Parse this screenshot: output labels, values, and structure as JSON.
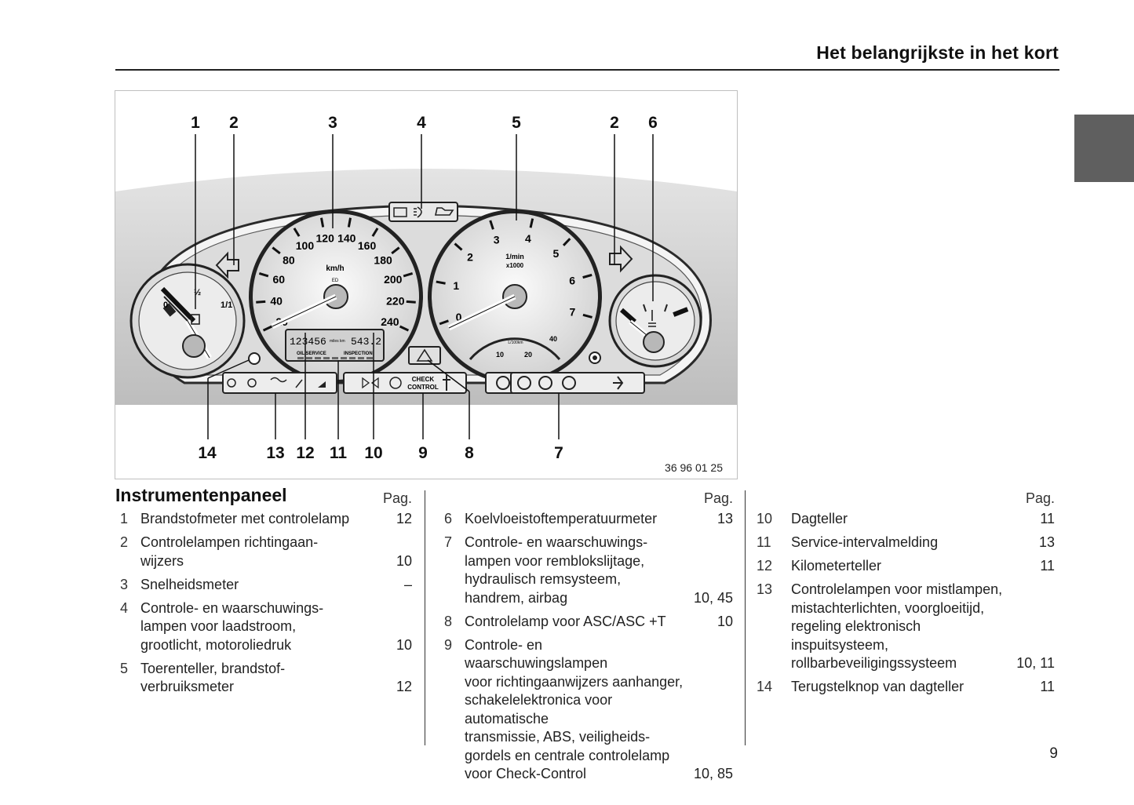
{
  "header": {
    "title": "Het belangrijkste in het kort"
  },
  "figure": {
    "code": "36 96 01 25",
    "callouts_top": [
      "1",
      "2",
      "3",
      "4",
      "5",
      "2",
      "6"
    ],
    "callouts_bottom": [
      "14",
      "13",
      "12",
      "11",
      "10",
      "9",
      "8",
      "7"
    ],
    "speedo_ticks": [
      "20",
      "40",
      "60",
      "80",
      "100",
      "120",
      "140",
      "160",
      "180",
      "200",
      "220",
      "240"
    ],
    "speedo_unit": "km/h",
    "speedo_sub": "ED",
    "tacho_ticks": [
      "0",
      "1",
      "2",
      "3",
      "4",
      "5",
      "6",
      "7"
    ],
    "tacho_unit": "1/min",
    "tacho_mult": "x1000",
    "consumption_unit": "L/100km",
    "consumption_ticks": [
      "10",
      "20",
      "40"
    ],
    "fuel_labels": [
      "0",
      "½",
      "1/1"
    ],
    "odometer": "123456",
    "odometer_unit": "miles km",
    "trip": "543.2",
    "service_labels": [
      "OIL SERVICE",
      "INSPECTION"
    ],
    "check_control": [
      "CHECK",
      "CONTROL"
    ]
  },
  "section": {
    "title": "Instrumentenpaneel"
  },
  "pag_label": "Pag.",
  "columns": [
    {
      "items": [
        {
          "num": "1",
          "text": "Brandstofmeter met controlelamp",
          "page": "12"
        },
        {
          "num": "2",
          "text": "Controlelampen richtingaan-\nwijzers",
          "page": "10"
        },
        {
          "num": "3",
          "text": "Snelheidsmeter",
          "page": "–"
        },
        {
          "num": "4",
          "text": "Controle- en waarschuwings-\nlampen voor laadstroom,\ngrootlicht, motoroliedruk",
          "page": "10"
        },
        {
          "num": "5",
          "text": "Toerenteller, brandstof-\nverbruiksmeter",
          "page": "12"
        }
      ]
    },
    {
      "items": [
        {
          "num": "6",
          "text": "Koelvloeistoftemperatuurmeter",
          "page": "13"
        },
        {
          "num": "7",
          "text": "Controle- en waarschuwings-\nlampen voor remblokslijtage,\nhydraulisch remsysteem,\nhandrem, airbag",
          "page": "10, 45"
        },
        {
          "num": "8",
          "text": "Controlelamp voor ASC/ASC +T",
          "page": "10"
        },
        {
          "num": "9",
          "text": "Controle- en waarschuwingslampen\nvoor richtingaanwijzers aanhanger,\nschakelelektronica voor automatische\ntransmissie, ABS, veiligheids-\ngordels en centrale controlelamp\nvoor Check-Control",
          "page": "10, 85"
        }
      ]
    },
    {
      "items": [
        {
          "num": "10",
          "text": "Dagteller",
          "page": "11"
        },
        {
          "num": "11",
          "text": "Service-intervalmelding",
          "page": "13"
        },
        {
          "num": "12",
          "text": "Kilometerteller",
          "page": "11"
        },
        {
          "num": "13",
          "text": "Controlelampen voor mistlampen,\nmistachterlichten, voorgloeitijd,\nregeling elektronisch inspuitsysteem,\nrollbarbeveiligingssysteem",
          "page": "10, 11"
        },
        {
          "num": "14",
          "text": "Terugstelknop van dagteller",
          "page": "11"
        }
      ]
    }
  ],
  "page_number": "9"
}
